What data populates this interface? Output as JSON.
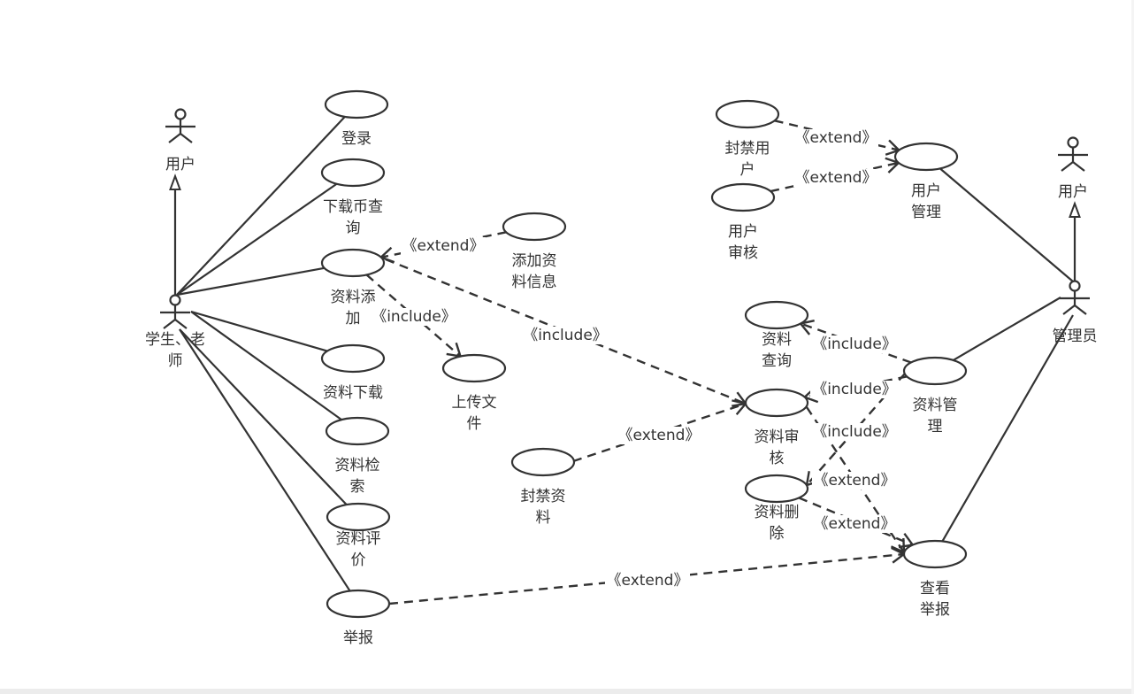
{
  "diagram": {
    "type": "use-case",
    "colors": {
      "line": "#333333",
      "text": "#333333",
      "background": "#ffffff"
    },
    "actors": [
      {
        "id": "user_left",
        "label": [
          "用户"
        ]
      },
      {
        "id": "student_teacher",
        "label": [
          "学生、老",
          "师"
        ]
      },
      {
        "id": "user_right",
        "label": [
          "用户"
        ]
      },
      {
        "id": "admin",
        "label": [
          "管理员"
        ]
      }
    ],
    "use_cases": [
      {
        "id": "login",
        "label": [
          "登录"
        ]
      },
      {
        "id": "coin_query",
        "label": [
          "下载币查",
          "询"
        ]
      },
      {
        "id": "material_add",
        "label": [
          "资料添",
          "加"
        ]
      },
      {
        "id": "material_download",
        "label": [
          "资料下载"
        ]
      },
      {
        "id": "material_search",
        "label": [
          "资料检",
          "索"
        ]
      },
      {
        "id": "material_review_rate",
        "label": [
          "资料评",
          "价"
        ]
      },
      {
        "id": "report",
        "label": [
          "举报"
        ]
      },
      {
        "id": "add_material_info",
        "label": [
          "添加资",
          "料信息"
        ]
      },
      {
        "id": "upload_file",
        "label": [
          "上传文",
          "件"
        ]
      },
      {
        "id": "ban_material",
        "label": [
          "封禁资",
          "料"
        ]
      },
      {
        "id": "ban_user",
        "label": [
          "封禁用",
          "户"
        ]
      },
      {
        "id": "user_audit",
        "label": [
          "用户",
          "审核"
        ]
      },
      {
        "id": "user_manage",
        "label": [
          "用户",
          "管理"
        ]
      },
      {
        "id": "material_query",
        "label": [
          "资料",
          "查询"
        ]
      },
      {
        "id": "material_audit",
        "label": [
          "资料审",
          "核"
        ]
      },
      {
        "id": "material_delete",
        "label": [
          "资料删",
          "除"
        ]
      },
      {
        "id": "material_manage",
        "label": [
          "资料管",
          "理"
        ]
      },
      {
        "id": "view_report",
        "label": [
          "查看",
          "举报"
        ]
      }
    ],
    "generalizations": [
      {
        "from": "student_teacher",
        "to": "user_left"
      },
      {
        "from": "admin",
        "to": "user_right"
      }
    ],
    "associations": [
      {
        "actor": "student_teacher",
        "use_case": "login"
      },
      {
        "actor": "student_teacher",
        "use_case": "coin_query"
      },
      {
        "actor": "student_teacher",
        "use_case": "material_add"
      },
      {
        "actor": "student_teacher",
        "use_case": "material_download"
      },
      {
        "actor": "student_teacher",
        "use_case": "material_search"
      },
      {
        "actor": "student_teacher",
        "use_case": "material_review_rate"
      },
      {
        "actor": "student_teacher",
        "use_case": "report"
      },
      {
        "actor": "admin",
        "use_case": "user_manage"
      },
      {
        "actor": "admin",
        "use_case": "material_manage"
      },
      {
        "actor": "admin",
        "use_case": "view_report"
      }
    ],
    "dependencies": [
      {
        "from": "add_material_info",
        "to": "material_add",
        "stereotype": "《extend》"
      },
      {
        "from": "material_add",
        "to": "upload_file",
        "stereotype": "《include》"
      },
      {
        "from": "material_add",
        "to": "material_audit",
        "stereotype": "《include》"
      },
      {
        "from": "ban_material",
        "to": "material_audit",
        "stereotype": "《extend》"
      },
      {
        "from": "ban_user",
        "to": "user_manage",
        "stereotype": "《extend》"
      },
      {
        "from": "user_audit",
        "to": "user_manage",
        "stereotype": "《extend》"
      },
      {
        "from": "material_manage",
        "to": "material_query",
        "stereotype": "《include》"
      },
      {
        "from": "material_manage",
        "to": "material_audit",
        "stereotype": "《include》"
      },
      {
        "from": "material_manage",
        "to": "material_delete",
        "stereotype": "《include》"
      },
      {
        "from": "material_audit",
        "to": "view_report",
        "stereotype": "《extend》"
      },
      {
        "from": "material_delete",
        "to": "view_report",
        "stereotype": "《extend》"
      },
      {
        "from": "report",
        "to": "view_report",
        "stereotype": "《extend》"
      }
    ]
  }
}
